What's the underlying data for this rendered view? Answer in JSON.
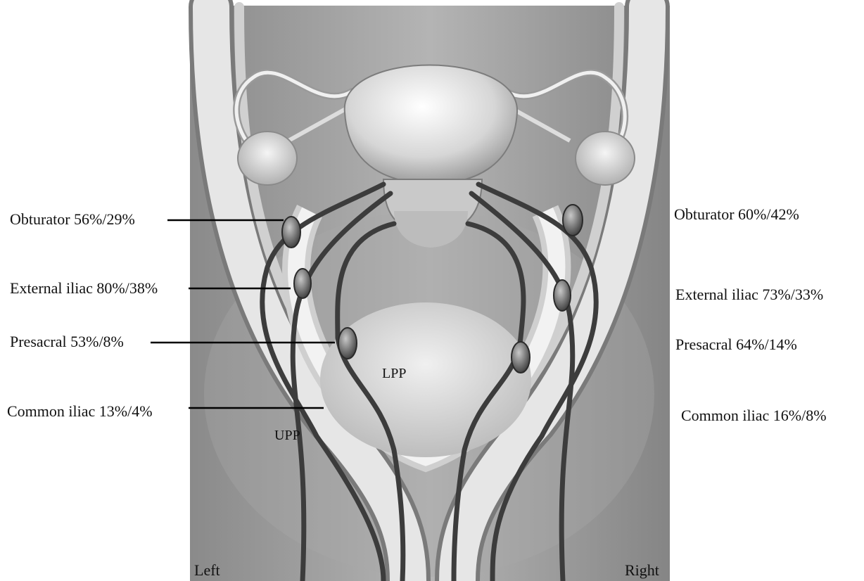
{
  "labels": {
    "left_obturator": "Obturator 56%/29%",
    "left_external_iliac": "External iliac 80%/38%",
    "left_presacral": "Presacral 53%/8%",
    "left_common_iliac": "Common iliac 13%/4%",
    "right_obturator": "Obturator 60%/42%",
    "right_external_iliac": "External iliac 73%/33%",
    "right_presacral": "Presacral 64%/14%",
    "right_common_iliac": "Common iliac 16%/8%",
    "lpp": "LPP",
    "upp": "UPP",
    "left": "Left",
    "right": "Right"
  }
}
